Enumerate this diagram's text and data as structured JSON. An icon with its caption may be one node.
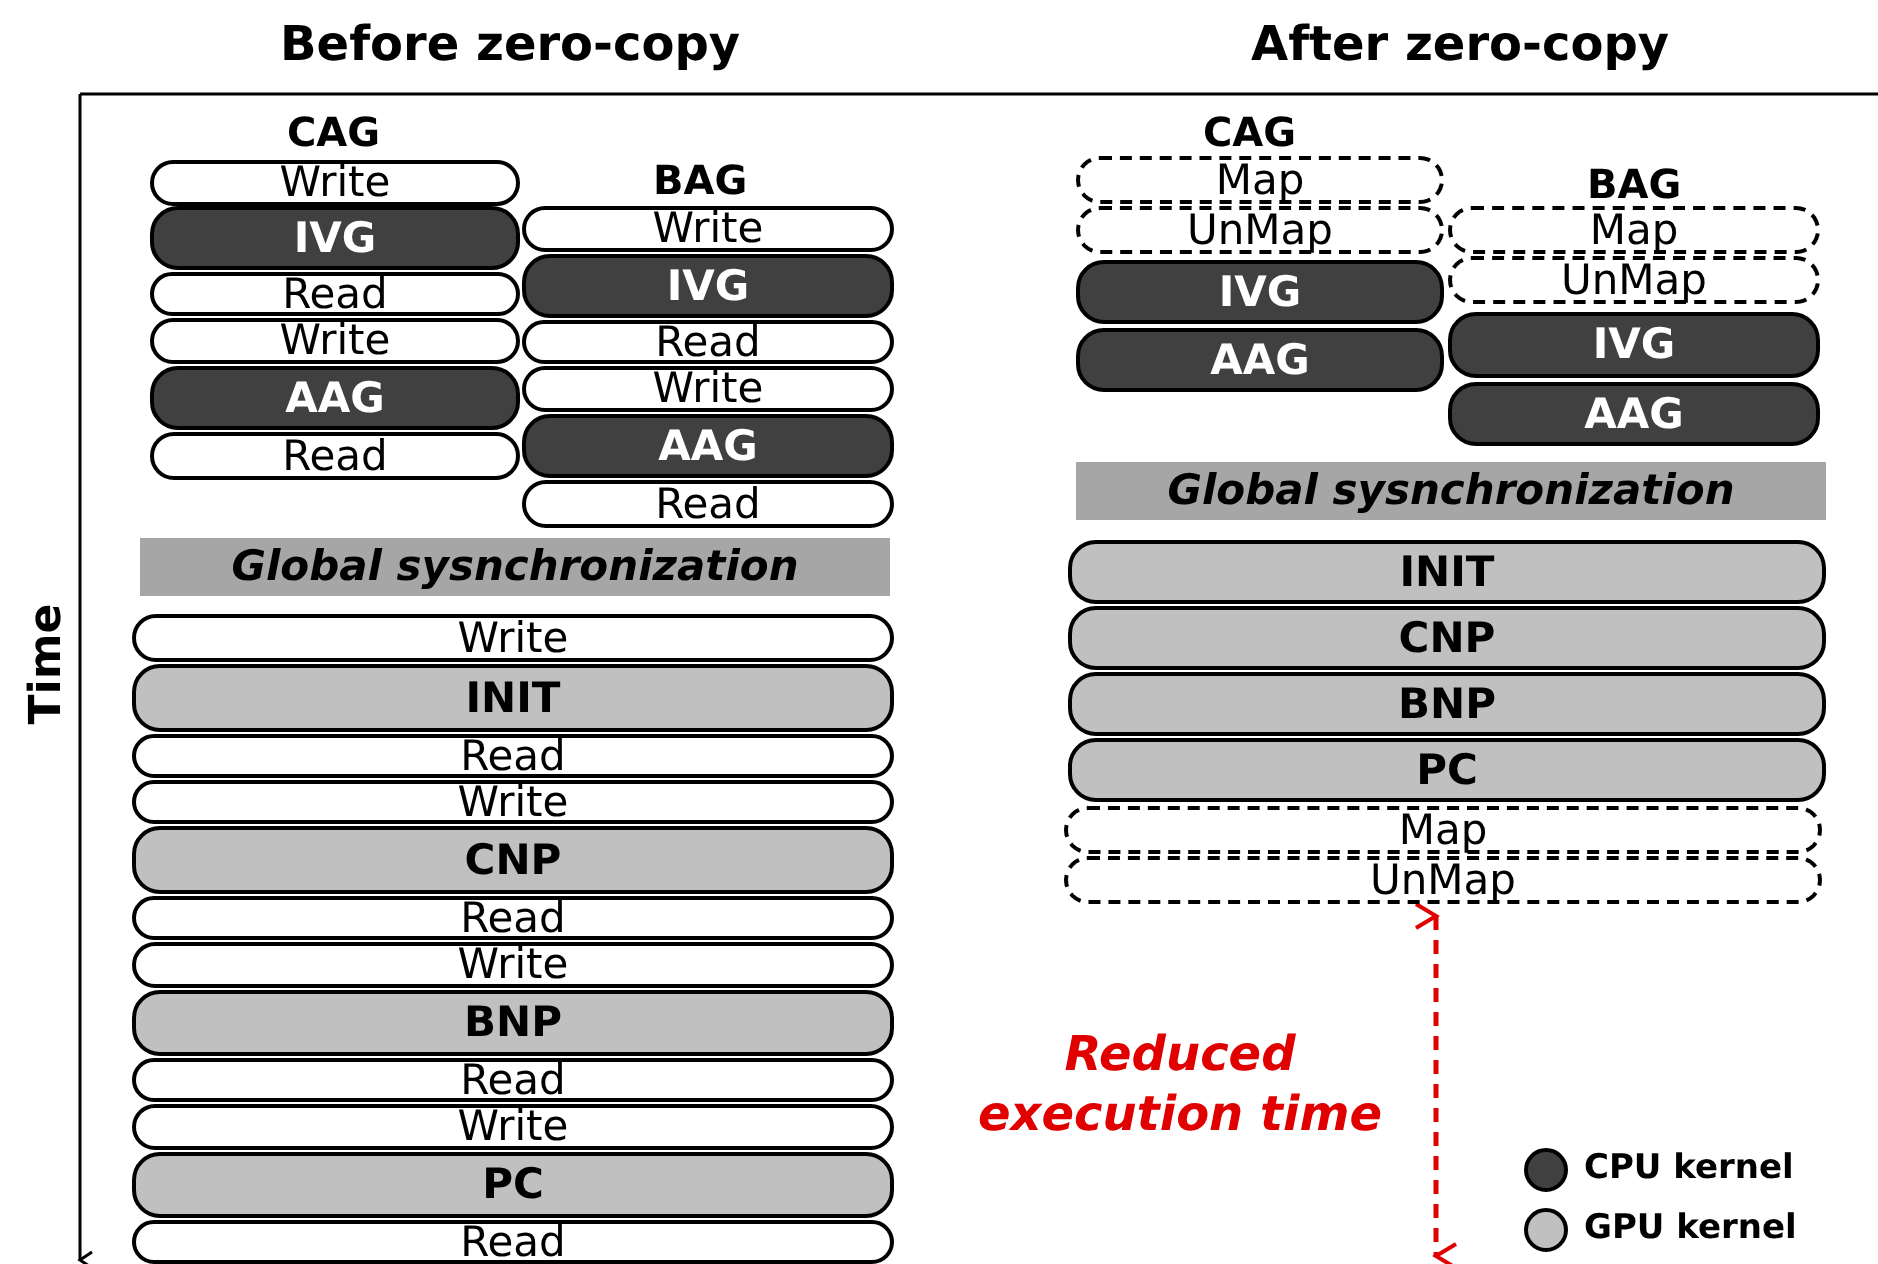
{
  "diagram": {
    "nodes": [
      {
        "text": [
          "Write"
        ]
      },
      {
        "text": [
          "IVG"
        ]
      },
      {
        "text": [
          "Read"
        ]
      },
      {
        "text": [
          "Write"
        ]
      },
      {
        "text": [
          "AAG"
        ]
      },
      {
        "text": [
          "Read"
        ]
      },
      {
        "text": [
          "Write"
        ]
      },
      {
        "text": [
          "IVG"
        ]
      },
      {
        "text": [
          "Read"
        ]
      },
      {
        "text": [
          "Write"
        ]
      },
      {
        "text": [
          "AAG"
        ]
      },
      {
        "text": [
          "Read"
        ]
      },
      {
        "text": [
          "Global sysnchronization"
        ]
      },
      {
        "text": [
          "Write"
        ]
      },
      {
        "text": [
          "INIT"
        ]
      },
      {
        "text": [
          "Read"
        ]
      },
      {
        "text": [
          "Write"
        ]
      },
      {
        "text": [
          "CNP"
        ]
      },
      {
        "text": [
          "Read"
        ]
      },
      {
        "text": [
          "Write"
        ]
      },
      {
        "text": [
          "BNP"
        ]
      },
      {
        "text": [
          "Read"
        ]
      },
      {
        "text": [
          "Write"
        ]
      },
      {
        "text": [
          "PC"
        ]
      },
      {
        "text": [
          "Read"
        ]
      },
      {
        "text": [
          "Map"
        ]
      },
      {
        "text": [
          "UnMap"
        ]
      },
      {
        "text": [
          "IVG"
        ]
      },
      {
        "text": [
          "AAG"
        ]
      },
      {
        "text": [
          "Map"
        ]
      },
      {
        "text": [
          "UnMap"
        ]
      },
      {
        "text": [
          "IVG"
        ]
      },
      {
        "text": [
          "AAG"
        ]
      },
      {
        "text": [
          "Global sysnchronization"
        ]
      },
      {
        "text": [
          "INIT"
        ]
      },
      {
        "text": [
          "CNP"
        ]
      },
      {
        "text": [
          "BNP"
        ]
      },
      {
        "text": [
          "PC"
        ]
      },
      {
        "text": [
          "Map"
        ]
      },
      {
        "text": [
          "UnMap"
        ]
      }
    ],
    "labels": [
      "Before zero-copy",
      "After zero-copy",
      "CAG",
      "CAG",
      "BAG",
      "BAG",
      "Time",
      "Reduced execution time"
    ],
    "legend": [
      {
        "text": "CPU kernel",
        "color": "#404040"
      },
      {
        "text": "GPU kernel",
        "color": "#c0c0c0"
      }
    ]
  }
}
